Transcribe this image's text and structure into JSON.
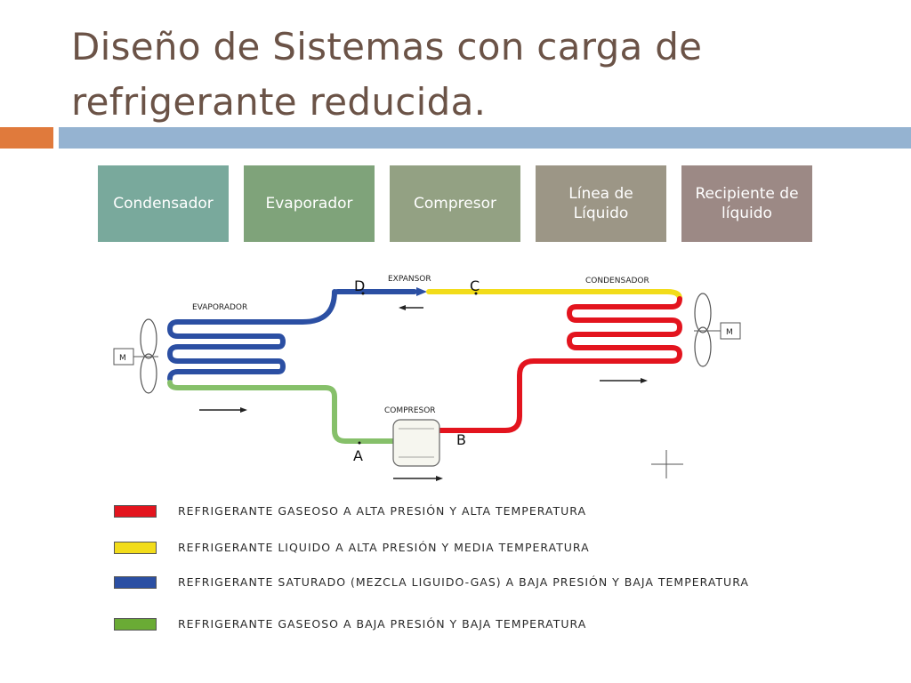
{
  "slide": {
    "title": "Diseño de Sistemas con carga de refrigerante reducida."
  },
  "components": [
    {
      "label": "Condensador",
      "color": "#79a99c"
    },
    {
      "label": "Evaporador",
      "color": "#7fa37a"
    },
    {
      "label": "Compresor",
      "color": "#93a183"
    },
    {
      "label": "Línea de Líquido",
      "color": "#9c9686"
    },
    {
      "label": "Recipiente de líquido",
      "color": "#9c8985"
    }
  ],
  "diagram": {
    "evaporador_label": "EVAPORADOR",
    "expansor_label": "EXPANSOR",
    "condensador_label": "CONDENSADOR",
    "compresor_label": "COMPRESOR",
    "motor_left_label": "M",
    "motor_right_label": "M",
    "point_a": "A",
    "point_b": "B",
    "point_c": "C",
    "point_d": "D",
    "colors": {
      "red": "#e3141e",
      "yellow": "#f2dc1a",
      "blue": "#2b4fa3",
      "green": "#86c06a"
    }
  },
  "legend": [
    {
      "text": "REFRIGERANTE GASEOSO A ALTA PRESIÓN Y ALTA TEMPERATURA",
      "color": "#e3141e"
    },
    {
      "text": "REFRIGERANTE LIQUIDO A ALTA PRESIÓN Y MEDIA TEMPERATURA",
      "color": "#f2dc1a"
    },
    {
      "text": "REFRIGERANTE SATURADO (MEZCLA LIGUIDO-GAS) A BAJA PRESIÓN Y BAJA TEMPERATURA",
      "color": "#2b4fa3"
    },
    {
      "text": "REFRIGERANTE GASEOSO A BAJA PRESIÓN Y BAJA TEMPERATURA",
      "color": "#6aab35"
    }
  ]
}
